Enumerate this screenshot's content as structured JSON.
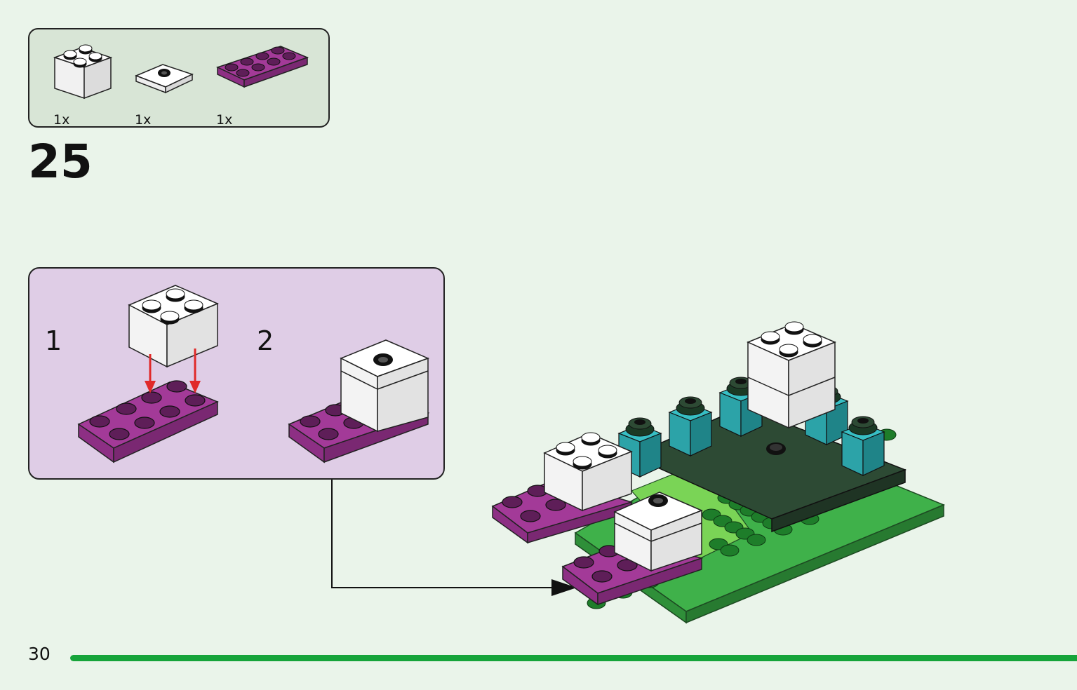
{
  "parts": [
    {
      "icon": "white-brick-2x2-icon",
      "qty": "1x"
    },
    {
      "icon": "white-tile-2x2-with-center-stud-icon",
      "qty": "1x"
    },
    {
      "icon": "magenta-plate-2x4-icon",
      "qty": "1x"
    }
  ],
  "step": "25",
  "sub_steps": [
    {
      "number": "1"
    },
    {
      "number": "2"
    }
  ],
  "page_number": "30",
  "progress": {
    "fraction": 1.0
  },
  "colors": {
    "background": "#eaf4ea",
    "parts_box": "#d8e5d6",
    "sub_step_box": "#dfcde6",
    "magenta": "#a33a98",
    "green": "#3fb14a",
    "dark_green": "#2d4a34",
    "teal": "#2ca3a8",
    "arrow_red": "#e02a2a",
    "progress_green": "#16a43a"
  }
}
